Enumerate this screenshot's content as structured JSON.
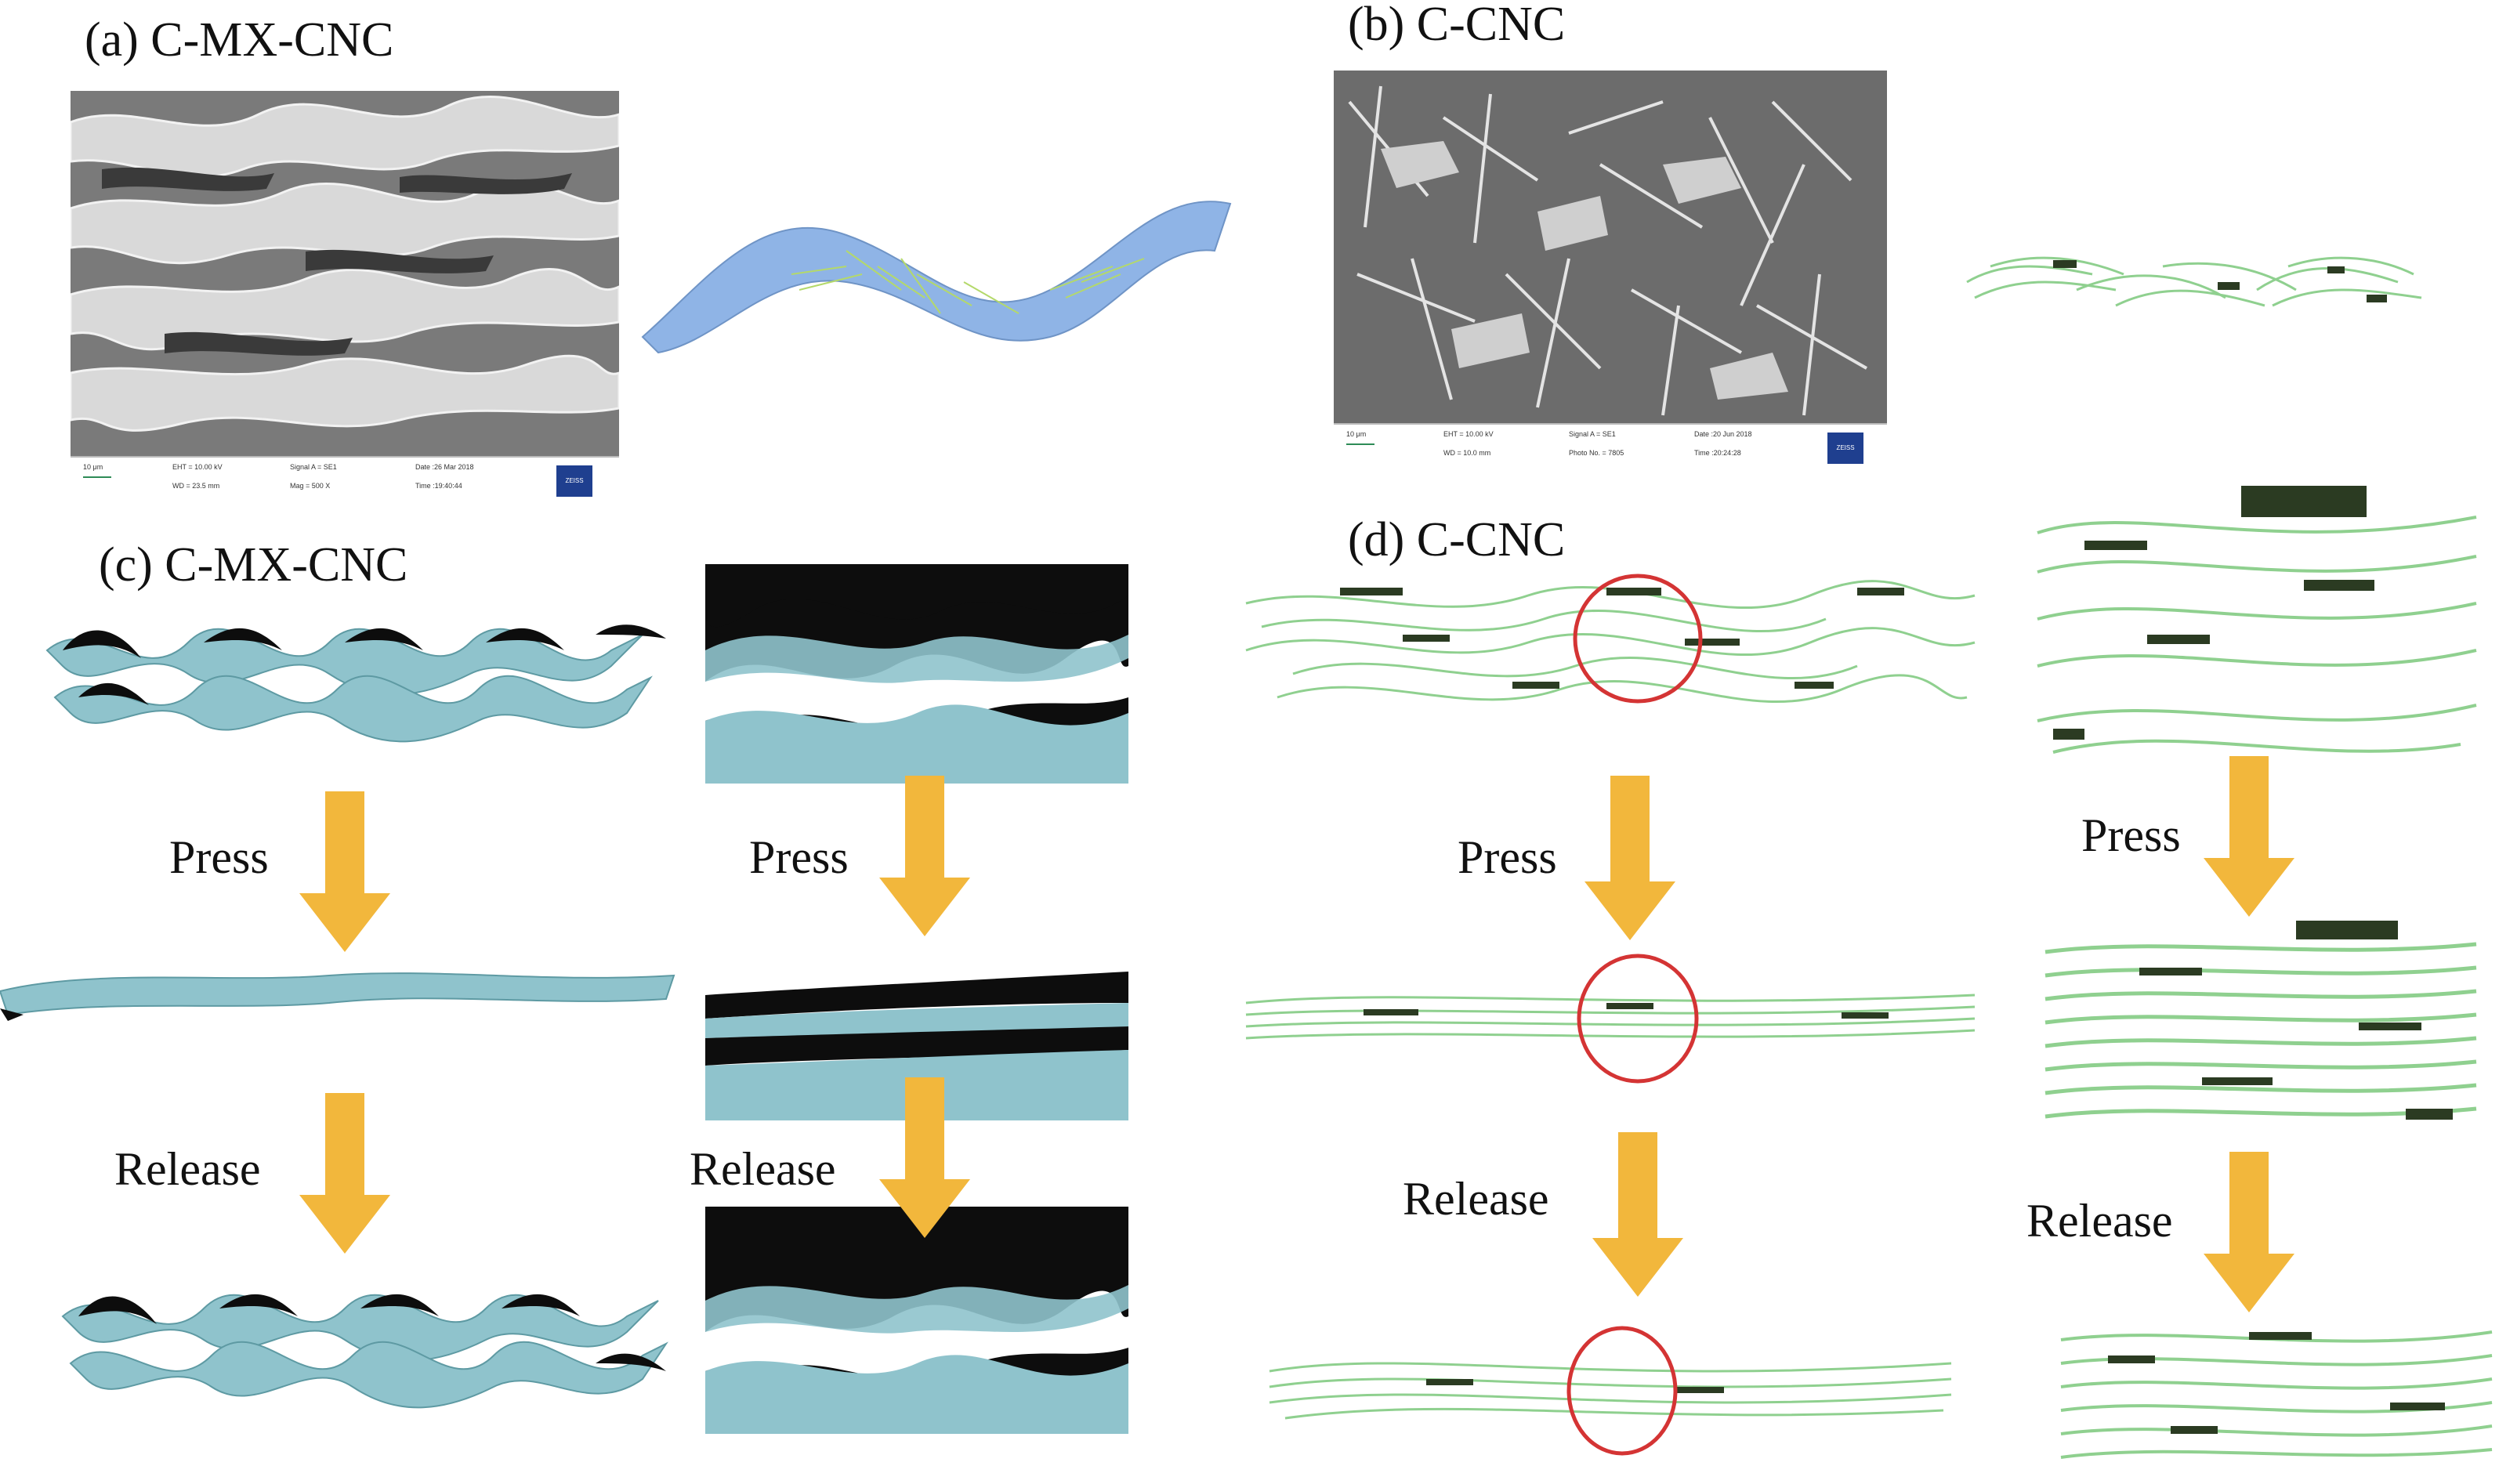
{
  "figure": {
    "panels": {
      "a": {
        "label": "(a) C-MX-CNC"
      },
      "b": {
        "label": "(b) C-CNC"
      },
      "c": {
        "label": "(c) C-MX-CNC"
      },
      "d": {
        "label": "(d) C-CNC"
      }
    },
    "steps": {
      "press": "Press",
      "release": "Release"
    },
    "sem_a": {
      "scale": "10 μm",
      "eht": "EHT = 10.00 kV",
      "wd": "WD = 23.5 mm",
      "signal": "Signal A = SE1",
      "mag": "Mag = 500 X",
      "date": "Date :26 Mar 2018",
      "time": "Time :19:40:44",
      "logo": "ZEISS"
    },
    "sem_b": {
      "scale": "10 μm",
      "eht": "EHT = 10.00 kV",
      "wd": "WD = 10.0 mm",
      "signal": "Signal A = SE1",
      "photo": "Photo No. = 7805",
      "date": "Date :20 Jun 2018",
      "time": "Time :20:24:28",
      "logo": "ZEISS"
    },
    "colors": {
      "mxene_sheet": "#8fc3cc",
      "mxene_dark": "#0d0d0d",
      "cnc_fiber": "#8fd08f",
      "cnc_dark": "#2b3b22",
      "arrow": "#f2b73c",
      "circle": "#d43434",
      "sheet_blue": "#8fb4e6"
    }
  }
}
